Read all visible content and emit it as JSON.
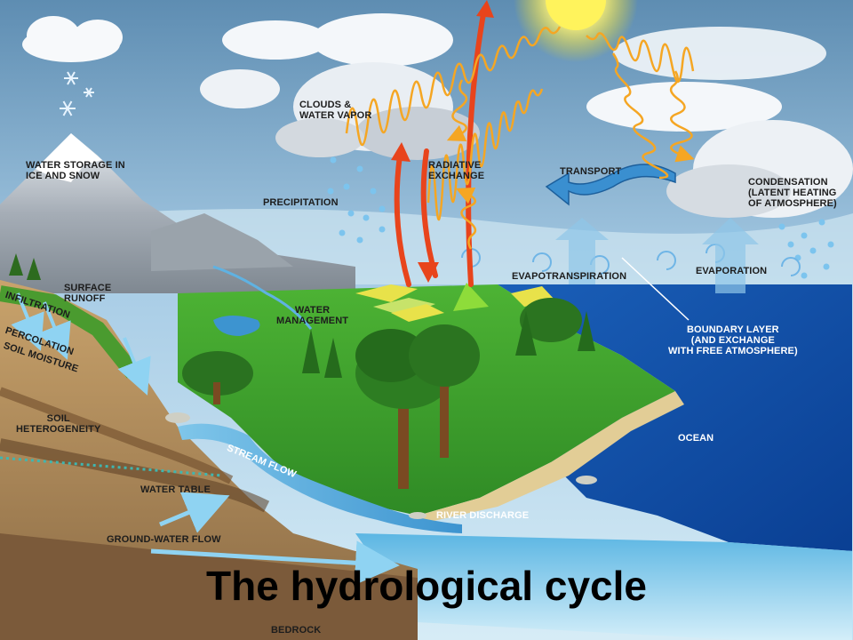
{
  "title": "The hydrological cycle",
  "labels": {
    "clouds": "CLOUDS &\nWATER VAPOR",
    "radiative": "RADIATIVE\nEXCHANGE",
    "transport": "TRANSPORT",
    "condensation": "CONDENSATION\n(LATENT HEATING\nOF ATMOSPHERE)",
    "water_storage": "WATER STORAGE IN\nICE AND SNOW",
    "precipitation": "PRECIPITATION",
    "surface_runoff": "SURFACE\nRUNOFF",
    "infiltration": "INFILTRATION",
    "percolation": "PERCOLATION",
    "soil_moisture": "SOIL MOISTURE",
    "water_management": "WATER\nMANAGEMENT",
    "evapotranspiration": "EVAPOTRANSPIRATION",
    "evaporation": "EVAPORATION",
    "boundary_layer": "BOUNDARY LAYER\n(AND EXCHANGE\nWITH FREE ATMOSPHERE)",
    "soil_heterogeneity": "SOIL\nHETEROGENEITY",
    "ocean": "OCEAN",
    "stream_flow": "STREAM FLOW",
    "water_table": "WATER TABLE",
    "river_discharge": "RIVER DISCHARGE",
    "ground_water_flow": "GROUND-WATER FLOW",
    "bedrock": "BEDROCK"
  },
  "colors": {
    "sky_top": "#5f8fb3",
    "sky_bottom": "#cfe6f3",
    "ocean": "#0f4da6",
    "land": "#3fa62c",
    "heat_arrow": "#e8441c",
    "radiation": "#f5a623",
    "transport_arrow": "#3a8fd0",
    "sun": "#fff35c"
  },
  "icons": [
    "sun-icon",
    "snowflake-icon",
    "cloud-icon",
    "raindrop-icon",
    "tree-icon"
  ]
}
